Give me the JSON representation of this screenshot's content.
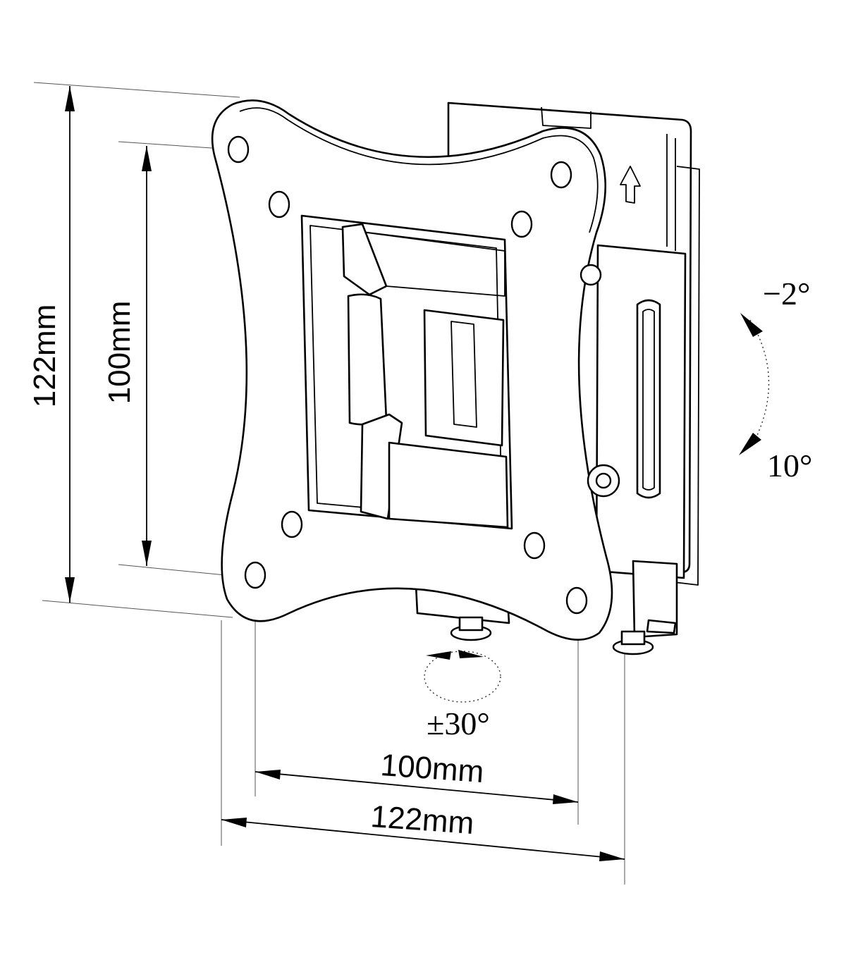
{
  "dimensions": {
    "outer_height": "122mm",
    "inner_height": "100mm",
    "inner_width": "100mm",
    "outer_width": "122mm"
  },
  "angles": {
    "tilt_up": "−2°",
    "tilt_down": "10°",
    "swivel": "±30°"
  },
  "icons": {
    "direction_arrow": "up-arrow-icon"
  }
}
